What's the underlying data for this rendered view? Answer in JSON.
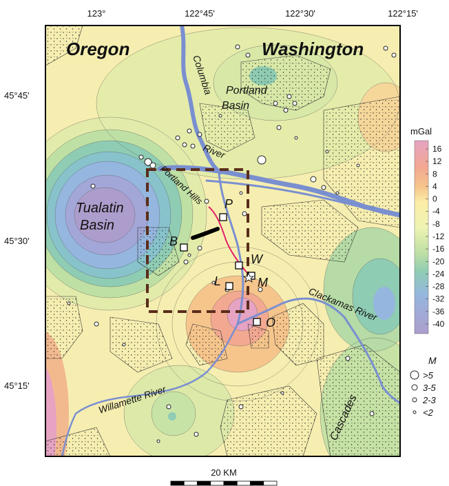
{
  "top_ticks": [
    "123°",
    "122°45'",
    "122°30'",
    "122°15'"
  ],
  "left_ticks": [
    "45°45'",
    "45°30'",
    "45°15'"
  ],
  "states": {
    "west": "Oregon",
    "east": "Washington"
  },
  "features": {
    "columbia": "Columbia",
    "columbia_river": "River",
    "portland_basin_1": "Portland",
    "portland_basin_2": "Basin",
    "tualatin_1": "Tualatin",
    "tualatin_2": "Basin",
    "portland_hills": "Portland Hills",
    "clackamas": "Clackamas River",
    "willamette": "Willamette River",
    "cascades": "Cascades"
  },
  "stations": {
    "p": "P",
    "b": "B",
    "w": "W",
    "l": "L",
    "m": "M",
    "o": "O"
  },
  "legend": {
    "unit": "mGal",
    "ticks": [
      "16",
      "12",
      "8",
      "4",
      "0",
      "-4",
      "-8",
      "-12",
      "-16",
      "-20",
      "-24",
      "-28",
      "-32",
      "-36",
      "-40"
    ],
    "colors": [
      "#e6a3c2",
      "#f2a891",
      "#f6c58c",
      "#f9dc98",
      "#fbeea8",
      "#f9f3b4",
      "#eef3b2",
      "#d6eaa8",
      "#bfe0a4",
      "#a6d7a8",
      "#8fccb4",
      "#88c3cc",
      "#95b6de",
      "#a3a7d8",
      "#ad9dcc"
    ]
  },
  "magnitude": {
    "title": "M",
    "classes": [
      ">5",
      "3-5",
      "2-3",
      "<2"
    ]
  },
  "scale": {
    "label": "20 KM"
  }
}
